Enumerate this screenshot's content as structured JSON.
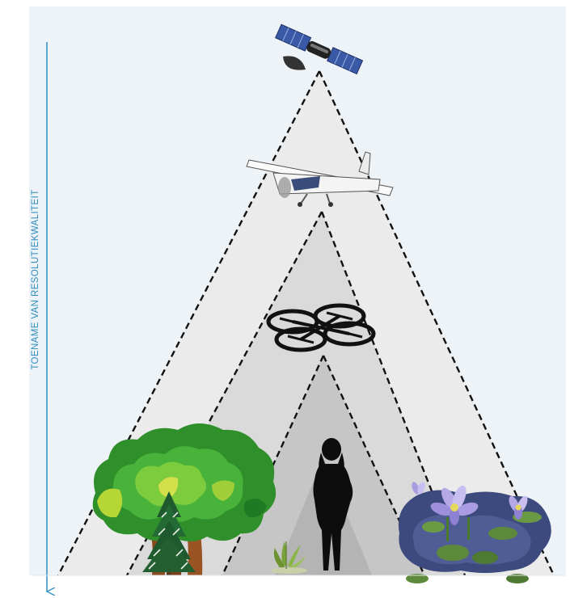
{
  "axis": {
    "label": "TOENAME VAN RESOLUTIEKWALITEIT",
    "direction": "down"
  },
  "platforms": [
    {
      "name": "satellite",
      "icon": "satellite-icon"
    },
    {
      "name": "airplane",
      "icon": "airplane-icon"
    },
    {
      "name": "drone",
      "icon": "drone-icon"
    },
    {
      "name": "person",
      "icon": "person-silhouette-icon"
    }
  ],
  "ground_objects": [
    "tree-icon",
    "conifer-icon",
    "fern-icon",
    "water-lily-pond-icon"
  ],
  "colors": {
    "background": "#eef3f8",
    "axis": "#2d8cbf",
    "cone_outer": "#ebebeb",
    "cone_2": "#dadada",
    "cone_3": "#c6c6c6",
    "cone_inner": "#b4b4b4",
    "dash": "#111111"
  }
}
